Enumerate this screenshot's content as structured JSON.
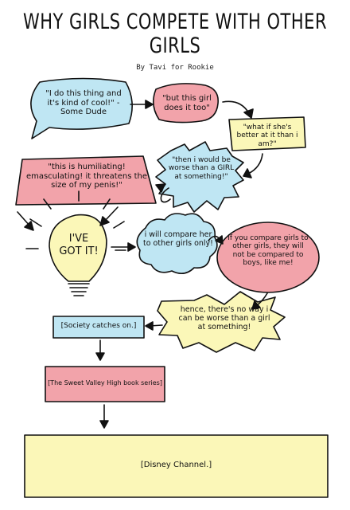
{
  "title": "WHY GIRLS COMPETE WITH OTHER GIRLS",
  "byline": "By Tavi for Rookie",
  "nodes": {
    "dude_quote": "\"I do this thing and it's kind of cool!\" -Some Dude",
    "but_this_girl": "\"but this girl does it too\"",
    "what_if": "\"what if she's better at it than i am?\"",
    "humiliating": "\"this is humiliating! emasculating! it threatens the size of my penis!\"",
    "worse_than_girl": "\"then i would be worse than a GIRL at something!\"",
    "ive_got_it": "I'VE GOT IT!",
    "compare_girls": "i will compare her to other girls only!",
    "compare_boys": "if you compare girls to other girls, they will not be compared to boys, like me!",
    "no_way": "hence, there's no way i can be worse than a girl at something!",
    "society": "[Society catches on.]",
    "sweet_valley": "[The Sweet Valley High book series]",
    "disney": "[Disney Channel.]"
  },
  "colors": {
    "blue": "#bfe6f3",
    "pink": "#f2a3aa",
    "yellow": "#fbf7b8",
    "ink": "#111111"
  }
}
